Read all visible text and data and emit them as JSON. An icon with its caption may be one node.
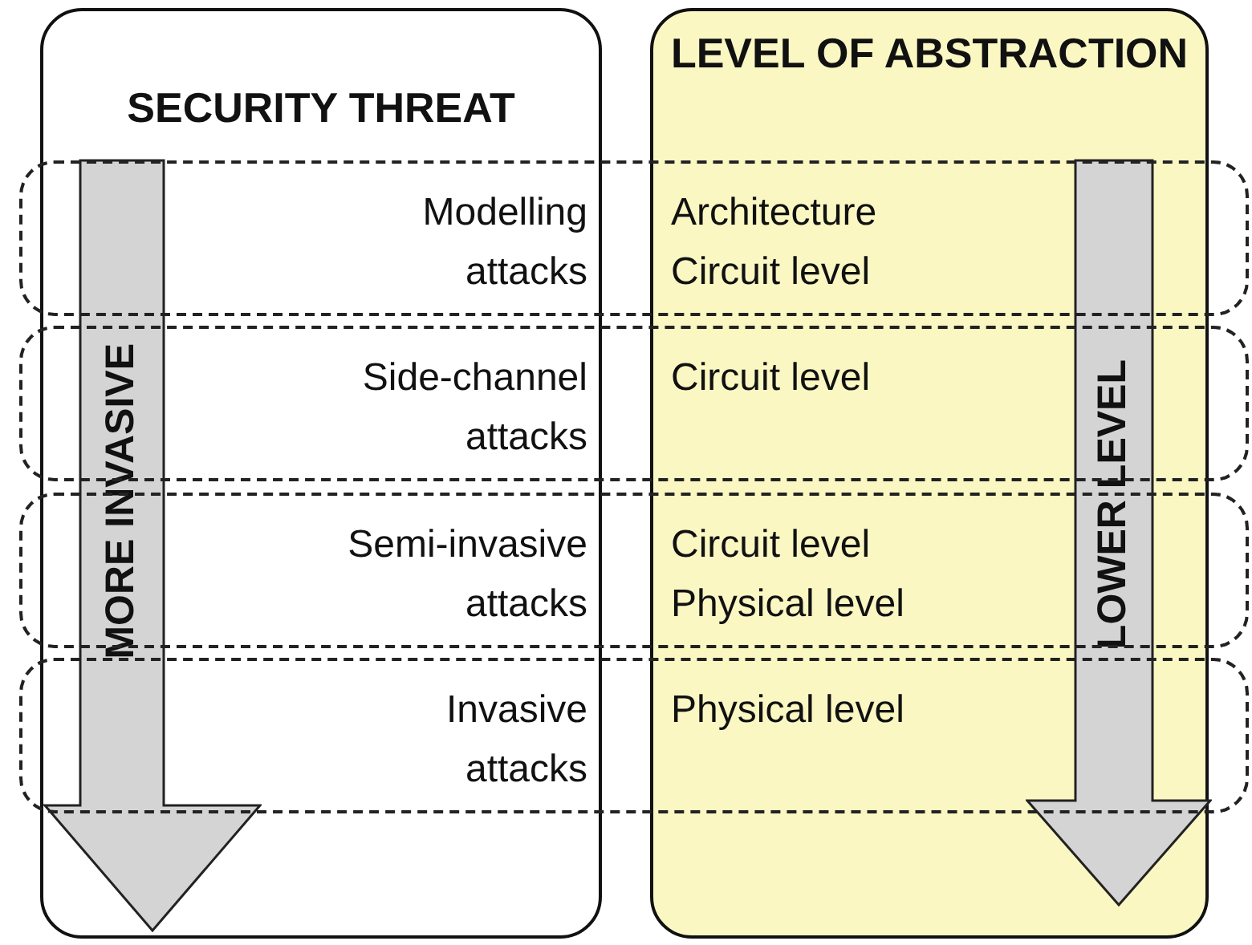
{
  "diagram": {
    "nodes": [
      {
        "text": [
          "SECURITY THREAT"
        ]
      },
      {
        "text": [
          "MORE INVASIVE"
        ],
        "in": 0
      },
      {
        "text": [
          "LEVEL OF ABSTRACTION"
        ]
      },
      {
        "text": [
          "LOWER LEVEL"
        ],
        "in": 2
      },
      {
        "text": [
          "Modelling attacks",
          "Architecture",
          "Circuit level"
        ]
      },
      {
        "text": [
          "Side-channel attacks",
          "Circuit level"
        ]
      },
      {
        "text": [
          "Semi-invasive attacks",
          "Circuit level",
          "Physical level"
        ]
      },
      {
        "text": [
          "Invasive attacks",
          "Physical level"
        ]
      }
    ],
    "edges": []
  }
}
